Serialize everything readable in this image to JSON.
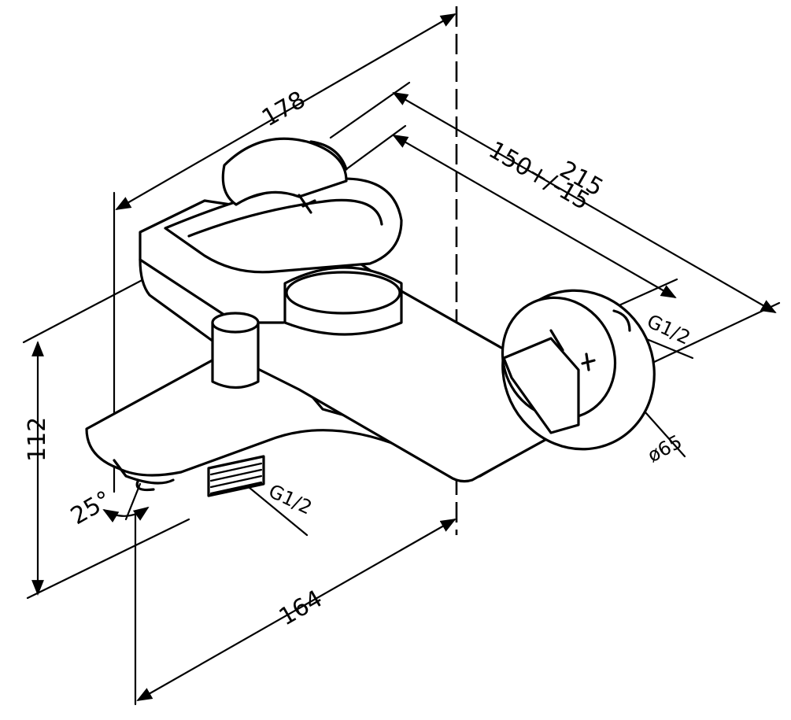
{
  "dimensions": {
    "width_top": "178",
    "depth_total": "215",
    "center_distance": "150+/-15",
    "height": "112",
    "spout_length": "164",
    "angle": "25°",
    "rosette_diameter": "ø65",
    "thread_inlet": "G1/2",
    "thread_outlet": "G1/2"
  }
}
